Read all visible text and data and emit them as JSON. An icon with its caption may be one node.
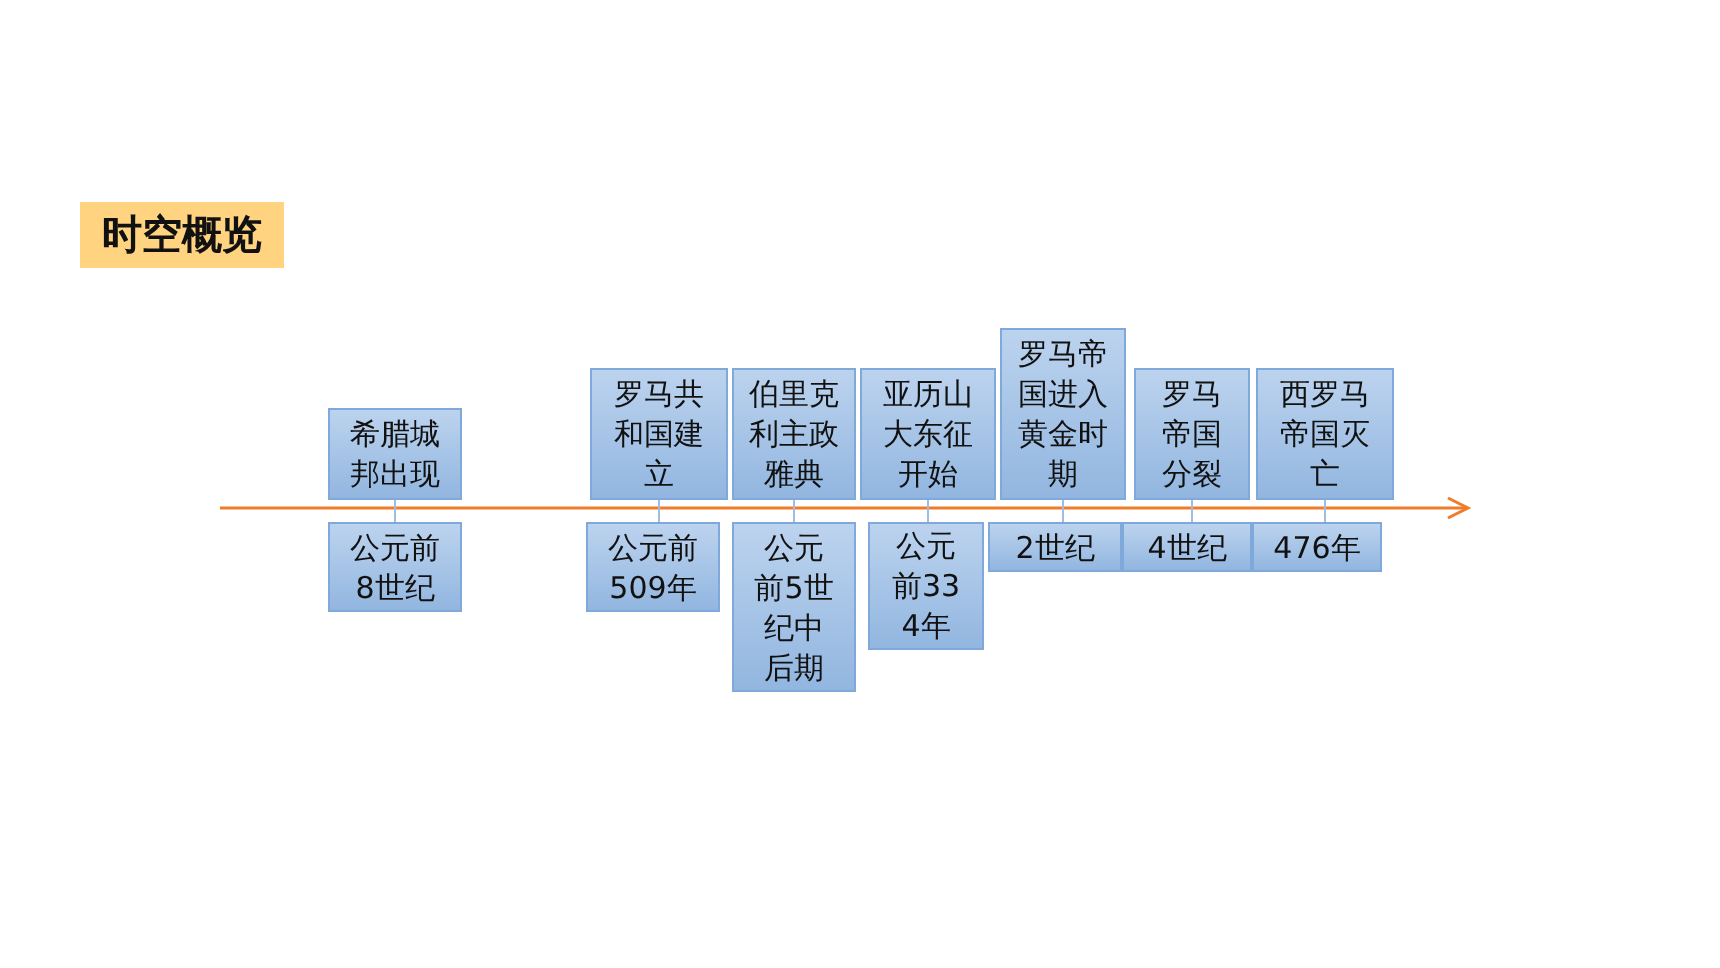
{
  "diagram": {
    "title": "时空概览",
    "nodes": [
      {
        "text": [
          "希腊城邦出现"
        ]
      },
      {
        "text": [
          "公元前8世纪"
        ]
      },
      {
        "text": [
          "罗马共和国建立"
        ]
      },
      {
        "text": [
          "公元前509年"
        ]
      },
      {
        "text": [
          "伯里克利主政雅典"
        ]
      },
      {
        "text": [
          "公元前5世纪中后期"
        ]
      },
      {
        "text": [
          "亚历山大东征开始"
        ]
      },
      {
        "text": [
          "公元前334年"
        ]
      },
      {
        "text": [
          "罗马帝国进入黄金时期"
        ]
      },
      {
        "text": [
          "2世纪"
        ]
      },
      {
        "text": [
          "罗马帝国分裂"
        ]
      },
      {
        "text": [
          "4世纪"
        ]
      },
      {
        "text": [
          "西罗马帝国灭亡"
        ]
      },
      {
        "text": [
          "476年"
        ]
      }
    ],
    "edges": [
      {
        "from": 0,
        "to": 1,
        "arrow": "none"
      },
      {
        "from": 2,
        "to": 3,
        "arrow": "none"
      },
      {
        "from": 4,
        "to": 5,
        "arrow": "none"
      },
      {
        "from": 6,
        "to": 7,
        "arrow": "none"
      },
      {
        "from": 8,
        "to": 9,
        "arrow": "none"
      },
      {
        "from": 10,
        "to": 11,
        "arrow": "none"
      },
      {
        "from": 12,
        "to": 13,
        "arrow": "none"
      }
    ]
  }
}
